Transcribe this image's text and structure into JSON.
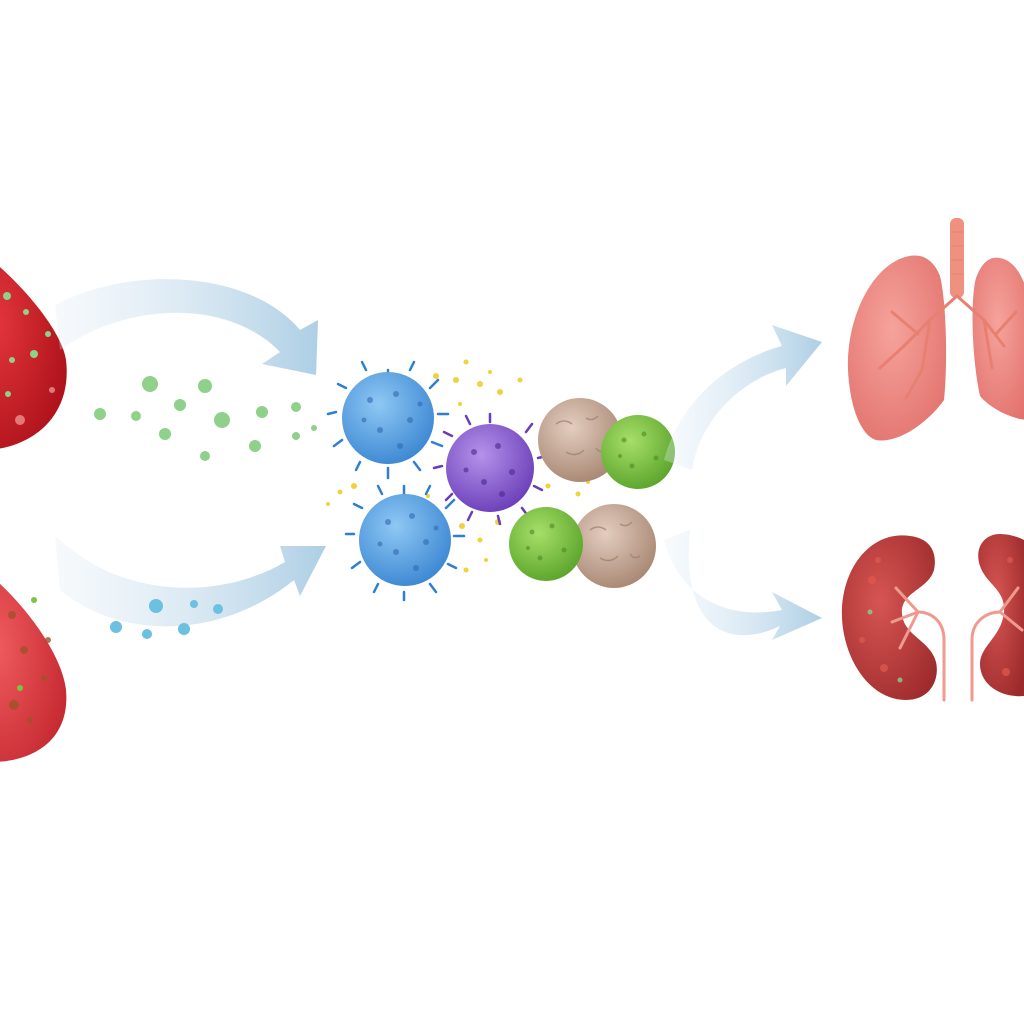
{
  "diagram": {
    "nodes": [
      {
        "id": "blood-drop-top",
        "icon": "blood-drop-icon",
        "color": "#c4121b"
      },
      {
        "id": "blood-drop-bottom",
        "icon": "blood-drop-icon",
        "color": "#d9343a"
      },
      {
        "id": "immune-cells",
        "icon": "immune-cell-cluster-icon"
      },
      {
        "id": "lungs",
        "icon": "lungs-icon",
        "color": "#ec7f7a"
      },
      {
        "id": "kidneys",
        "icon": "kidneys-icon",
        "color": "#b9393a"
      }
    ],
    "edges": [
      {
        "from": "blood-drop-top",
        "to": "immune-cells",
        "icon": "curved-arrow-icon"
      },
      {
        "from": "blood-drop-bottom",
        "to": "immune-cells",
        "icon": "curved-arrow-icon"
      },
      {
        "from": "immune-cells",
        "to": "lungs",
        "icon": "curved-arrow-icon"
      },
      {
        "from": "immune-cells",
        "to": "kidneys",
        "icon": "curved-arrow-icon"
      }
    ],
    "cell_colors": {
      "blue": "#5aa8e6",
      "purple": "#8c5cd0",
      "green": "#7cc444",
      "tan": "#c9a896",
      "particle_yellow": "#f2d23a",
      "particle_green": "#8fd08a",
      "particle_blue": "#6cc0e0"
    }
  }
}
